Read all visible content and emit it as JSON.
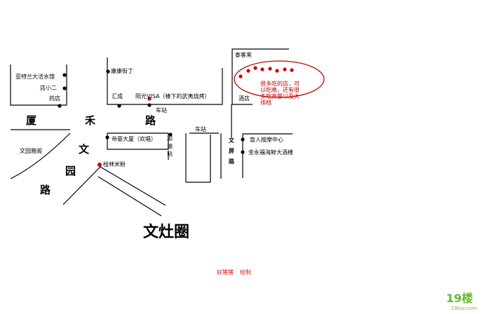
{
  "map": {
    "title": "文灶圈",
    "credit": [
      "好猪猪",
      "绘制"
    ],
    "watermark": {
      "brand": "19楼",
      "site": "19lou.com"
    },
    "roads": {
      "xiahe": [
        "厦",
        "禾",
        "路"
      ],
      "wenyuan": [
        "文",
        "园",
        "路"
      ],
      "wenping": "文屏路"
    },
    "places": {
      "yateilan": "亚特兰大活水馆",
      "dianxiaoer": "店小二",
      "yaodian": "药店",
      "wenyuanyage": "文园雅阁",
      "kangkangjieding": "康康街丁",
      "huicheng": "汇成",
      "yangguang_visa": "阳光VISA（楼下的武夷烧烤）",
      "chezhan1": "车站",
      "dihao": "帝豪大厦（欢唱）",
      "jiayouzhan": "加油站",
      "guilin": "桂林米粉",
      "chezhan2": "车站",
      "taikelai": "泰客来",
      "jiudian": "酒店",
      "mangren": "盲人按摩中心",
      "jinyongfu": "金永福海鲜大酒楼"
    },
    "note": [
      "很多吃的店，可",
      "以吃晚，还有很",
      "多吃宵餐以及大",
      "排档"
    ]
  }
}
